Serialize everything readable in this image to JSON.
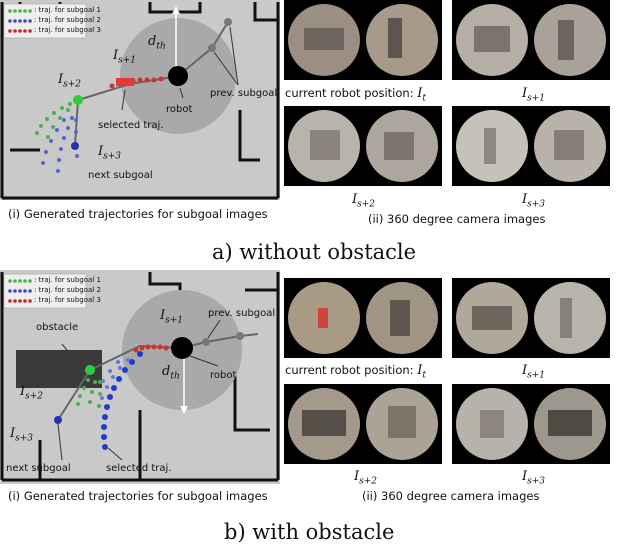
{
  "section_a": {
    "title": "a) without obstacle",
    "left_caption": "(i) Generated trajectories for subgoal images",
    "right_caption": "(ii) 360 degree camera images",
    "legend": [
      {
        "label": ": traj. for subgoal 1",
        "color": "#4caf50"
      },
      {
        "label": ": traj. for subgoal 2",
        "color": "#3f51b5"
      },
      {
        "label": ": traj. for subgoal 3",
        "color": "#c62828"
      }
    ],
    "map_labels": {
      "is_plus_1": "s+1",
      "is_plus_2": "s+2",
      "is_plus_3": "s+3",
      "dth": "th",
      "robot": "robot",
      "selected": "selected traj.",
      "next_subgoal": "next subgoal",
      "prev_subgoal": "prev. subgoal"
    },
    "camera_labels": {
      "current": "current robot position:",
      "current_sub": "t",
      "s1": "s+1",
      "s2": "s+2",
      "s3": "s+3"
    }
  },
  "section_b": {
    "title": "b) with obstacle",
    "left_caption": "(i) Generated trajectories for subgoal images",
    "right_caption": "(ii) 360 degree camera images",
    "legend": [
      {
        "label": ": traj. for subgoal 1",
        "color": "#4caf50"
      },
      {
        "label": ": traj. for subgoal 2",
        "color": "#3f51b5"
      },
      {
        "label": ": traj. for subgoal 3",
        "color": "#c62828"
      }
    ],
    "map_labels": {
      "obstacle": "obstacle",
      "is_plus_1": "s+1",
      "is_plus_2": "s+2",
      "is_plus_3": "s+3",
      "dth": "th",
      "robot": "robot",
      "selected": "selected traj.",
      "next_subgoal": "next subgoal",
      "prev_subgoal": "prev. subgoal"
    },
    "camera_labels": {
      "current": "current robot position:",
      "current_sub": "t",
      "s1": "s+1",
      "s2": "s+2",
      "s3": "s+3"
    }
  }
}
